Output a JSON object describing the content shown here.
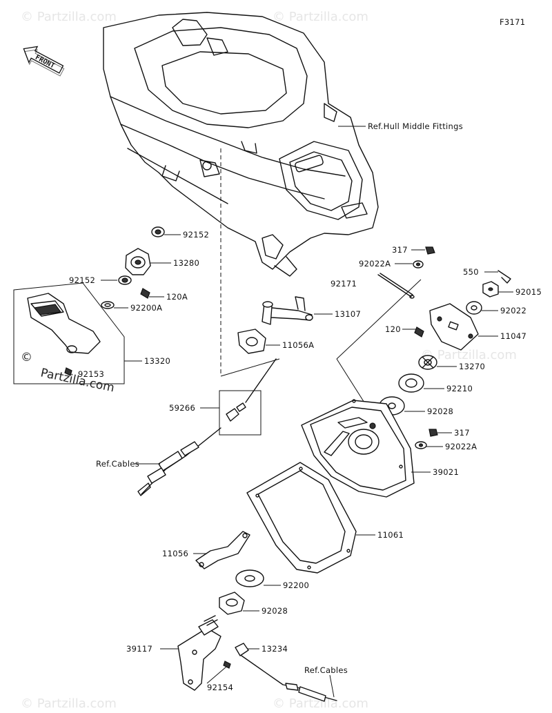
{
  "figure_id": "F3171",
  "front_label": "FRONT",
  "watermark": "© Partzilla.com",
  "watermark_small": "Partzilla.com",
  "refs": {
    "hull": "Ref.Hull Middle Fittings",
    "cables_left": "Ref.Cables",
    "cables_bottom": "Ref.Cables"
  },
  "callouts": {
    "c92152_top": "92152",
    "c13280": "13280",
    "c92152_left": "92152",
    "c120a": "120A",
    "c92200a": "92200A",
    "c13320": "13320",
    "c92153": "92153",
    "c13107": "13107",
    "c11056a": "11056A",
    "c59266": "59266",
    "c317_top": "317",
    "c92022a_top": "92022A",
    "c92171": "92171",
    "c550": "550",
    "c92015": "92015",
    "c92022": "92022",
    "c120": "120",
    "c11047": "11047",
    "c13270": "13270",
    "c92210": "92210",
    "c92028_top": "92028",
    "c317_mid": "317",
    "c92022a_mid": "92022A",
    "c39021": "39021",
    "c11061": "11061",
    "c11056": "11056",
    "c92200": "92200",
    "c92028_bot": "92028",
    "c39117": "39117",
    "c13234": "13234",
    "c92154": "92154"
  }
}
